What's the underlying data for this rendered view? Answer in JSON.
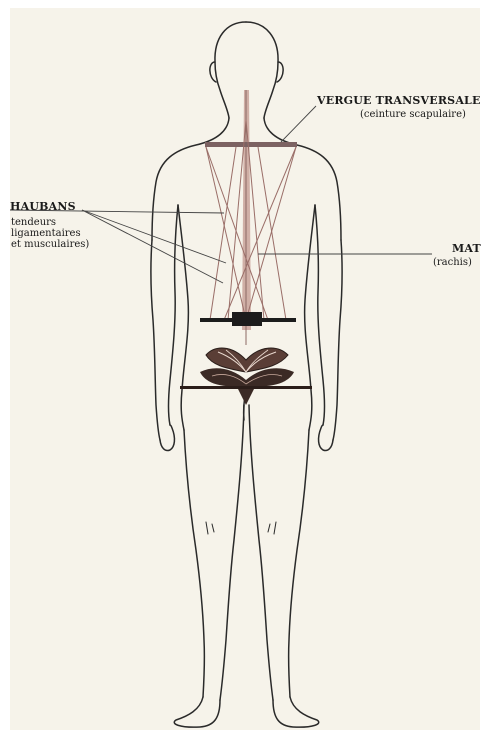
{
  "labels": {
    "vergue": "VERGUE TRANSVERSALE",
    "vergue_sub": "(ceinture scapulaire)",
    "haubans": "HAUBANS",
    "tendeurs": [
      "tendeurs",
      "ligamentaires",
      "et musculaires)"
    ],
    "mat": "MAT",
    "mat_sub": "(rachis)"
  },
  "colors": {
    "paper": "#f6f3ea",
    "outline": "#2a2a2a",
    "mast": "#b78d86",
    "shrouds": "#9a6e68",
    "yard": "#7c6262",
    "pelvis": "#3b2a25"
  }
}
